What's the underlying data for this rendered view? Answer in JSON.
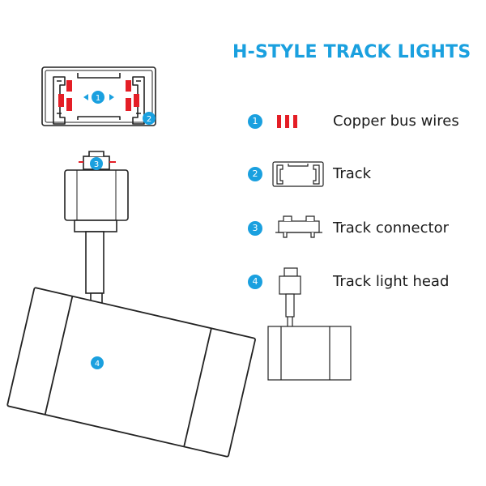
{
  "title": "H-STYLE TRACK LIGHTS",
  "accent_color": "#1aa0df",
  "wire_color": "#e41e26",
  "callouts": [
    "1",
    "2",
    "3",
    "4"
  ],
  "legend": [
    {
      "number": "1",
      "label": "Copper bus wires"
    },
    {
      "number": "2",
      "label": "Track"
    },
    {
      "number": "3",
      "label": "Track connector"
    },
    {
      "number": "4",
      "label": "Track light head"
    }
  ]
}
